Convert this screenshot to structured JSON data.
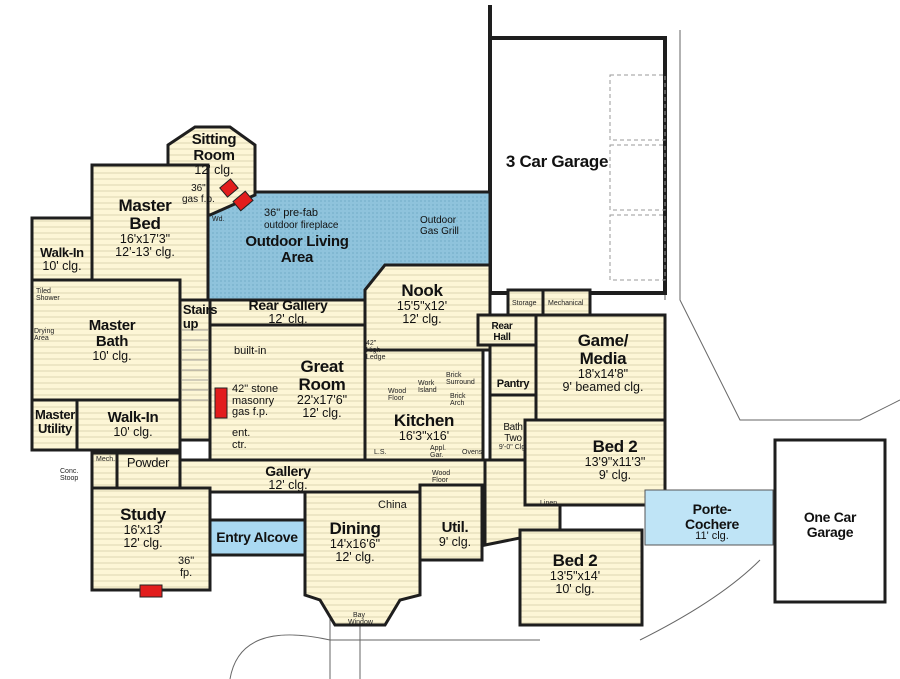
{
  "colors": {
    "room": "#fdf6d6",
    "wall": "#1e1e1e",
    "outdoor": "#8fc3dc",
    "porte_cochere": "#bfe4f6",
    "entry": "#aad9f2",
    "fireplace": "#e21d1d",
    "floor_lines": "#d9d2b0"
  },
  "rooms": {
    "garage3": {
      "name": "3 Car Garage"
    },
    "sitting": {
      "name1": "Sitting",
      "name2": "Room",
      "clg": "12' clg."
    },
    "master_bed": {
      "name1": "Master",
      "name2": "Bed",
      "size": "16'x17'3\"",
      "clg": "12'-13' clg."
    },
    "outdoor": {
      "name1": "Outdoor Living",
      "name2": "Area"
    },
    "walkin1": {
      "name": "Walk-In",
      "clg": "10' clg."
    },
    "master_bath": {
      "name1": "Master",
      "name2": "Bath",
      "clg": "10' clg."
    },
    "master_utility": {
      "name1": "Master",
      "name2": "Utility"
    },
    "walkin2": {
      "name": "Walk-In",
      "clg": "10' clg."
    },
    "stairs": {
      "name1": "Stairs",
      "name2": "up"
    },
    "rear_gallery": {
      "name": "Rear Gallery",
      "clg": "12' clg."
    },
    "great_room": {
      "name1": "Great",
      "name2": "Room",
      "size": "22'x17'6\"",
      "clg": "12' clg."
    },
    "nook": {
      "name": "Nook",
      "size": "15'5\"x12'",
      "clg": "12' clg."
    },
    "kitchen": {
      "name": "Kitchen",
      "size": "16'3\"x16'"
    },
    "rear_hall": {
      "name1": "Rear",
      "name2": "Hall"
    },
    "game": {
      "name1": "Game/",
      "name2": "Media",
      "size": "18'x14'8\"",
      "clg": "9' beamed clg."
    },
    "pantry": {
      "name": "Pantry"
    },
    "bath_two": {
      "name1": "Bath",
      "name2": "Two",
      "clg": "9'-0\" Clg."
    },
    "bed2_upper": {
      "name": "Bed 2",
      "size": "13'9\"x11'3\"",
      "clg": "9' clg."
    },
    "gallery": {
      "name": "Gallery",
      "clg": "12' clg."
    },
    "powder": {
      "name": "Powder"
    },
    "study": {
      "name": "Study",
      "size": "16'x13'",
      "clg": "12' clg."
    },
    "entry": {
      "name": "Entry Alcove"
    },
    "dining": {
      "name": "Dining",
      "size": "14'x16'6\"",
      "clg": "12' clg."
    },
    "util": {
      "name": "Util.",
      "clg": "9' clg."
    },
    "bed2_lower": {
      "name": "Bed 2",
      "size": "13'5\"x14'",
      "clg": "10' clg."
    },
    "porte": {
      "name1": "Porte-",
      "name2": "Cochere",
      "clg": "11' clg."
    },
    "garage1": {
      "name1": "One Car",
      "name2": "Garage"
    }
  },
  "notes": {
    "gas_fp": "36\"",
    "gas_fp2": "gas f.p.",
    "outdoor_fp1": "36\" pre-fab",
    "outdoor_fp2": "outdoor fireplace",
    "grill1": "Outdoor",
    "grill2": "Gas Grill",
    "builtin": "built-in",
    "stone1": "42\" stone",
    "stone2": "masonry",
    "stone3": "gas f.p.",
    "ent1": "ent.",
    "ent2": "ctr.",
    "study_fp1": "36\"",
    "study_fp2": "fp.",
    "china": "China",
    "wd": "Wd.",
    "ledge": "42\" High Ledge",
    "wood_floor": "Wood Floor",
    "work_island": "Work Island",
    "brick_surround": "Brick Surround",
    "brick_arch": "Brick Arch",
    "ls": "L.S.",
    "appl": "Appl. Gar.",
    "ovens": "Ovens",
    "wood_floor2": "Wood Floor",
    "storage": "Storage",
    "mechanical": "Mechanical",
    "linen": "Linen",
    "mech": "Mech.",
    "stoop": "Conc. Stoop",
    "bay": "Bay Window",
    "tiled_shower": "Tiled Shower",
    "drying": "Drying Area"
  }
}
